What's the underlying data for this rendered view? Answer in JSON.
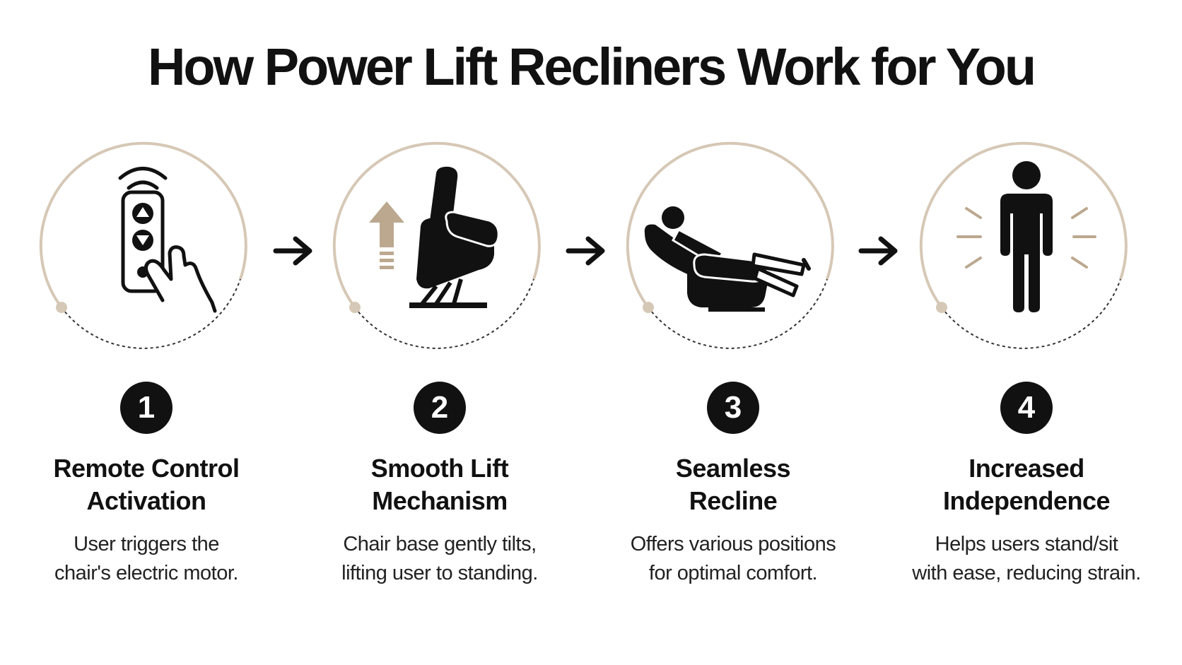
{
  "title": "How Power Lift Recliners Work for You",
  "colors": {
    "ring": "#d6c8b6",
    "accent": "#bba88f",
    "ink": "#111111"
  },
  "steps": [
    {
      "number": "1",
      "icon": "remote-control-icon",
      "title_lines": [
        "Remote Control",
        "Activation"
      ],
      "desc_lines": [
        "User triggers the",
        "chair's electric motor."
      ]
    },
    {
      "number": "2",
      "icon": "lift-chair-icon",
      "title_lines": [
        "Smooth Lift",
        "Mechanism"
      ],
      "desc_lines": [
        "Chair base gently tilts,",
        "lifting user to standing."
      ]
    },
    {
      "number": "3",
      "icon": "reclining-person-icon",
      "title_lines": [
        "Seamless",
        "Recline"
      ],
      "desc_lines": [
        "Offers various positions",
        "for optimal comfort."
      ]
    },
    {
      "number": "4",
      "icon": "standing-person-icon",
      "title_lines": [
        "Increased",
        "Independence"
      ],
      "desc_lines": [
        "Helps users stand/sit",
        "with ease, reducing strain."
      ]
    }
  ]
}
